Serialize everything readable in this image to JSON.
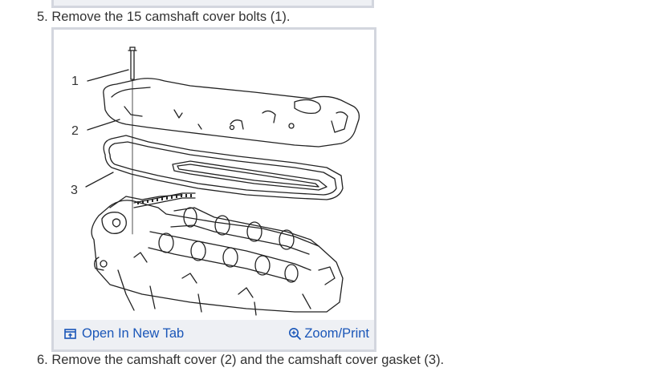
{
  "steps": [
    {
      "text": "5. Remove the 15 camshaft cover bolts (1)."
    },
    {
      "text": "6. Remove the camshaft cover (2) and the camshaft cover gasket (3)."
    }
  ],
  "figure": {
    "callouts": [
      "1",
      "2",
      "3"
    ],
    "toolbar": {
      "open_label": "Open In New Tab",
      "zoom_label": "Zoom/Print"
    }
  },
  "colors": {
    "text": "#333333",
    "link": "#1a56b8",
    "frame_border": "#d3d6de",
    "bar_bg": "#eef0f4",
    "line_art": "#222222"
  },
  "icons": [
    "open-in-new-tab-icon",
    "zoom-icon"
  ]
}
